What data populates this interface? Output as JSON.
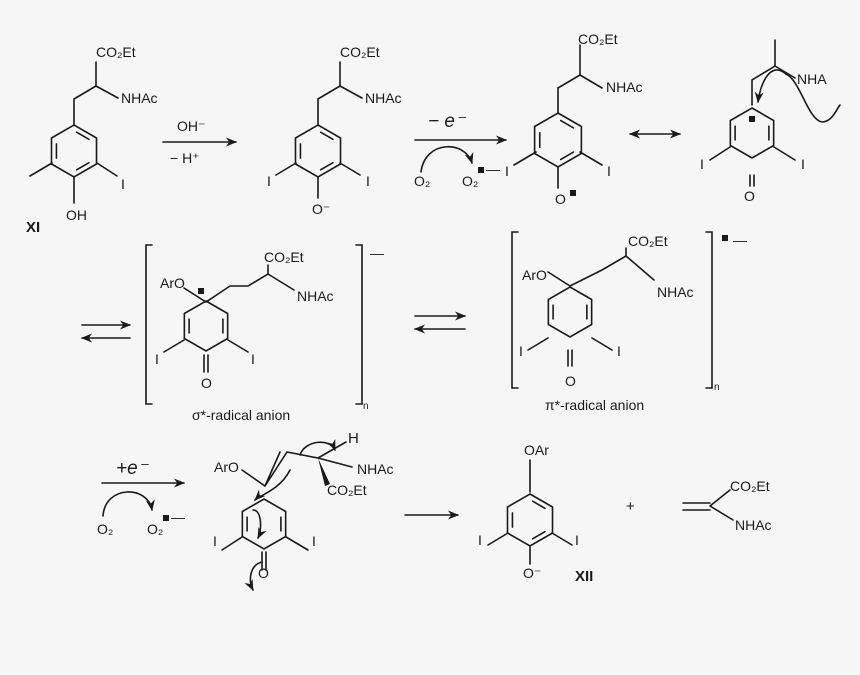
{
  "colors": {
    "background": "#f6f6f6",
    "ink": "#1a1a1a"
  },
  "compounds": {
    "start": {
      "id": "XI",
      "ester": "CO₂Et",
      "amide": "NHAc",
      "iodo": "I",
      "hydroxyl": "OH"
    },
    "phenolate": {
      "ester": "CO₂Et",
      "amide": "NHAc",
      "iodo_left": "I",
      "iodo_right": "I",
      "oxide": "O⁻"
    },
    "phenoxyl_radical": {
      "ester": "CO₂Et",
      "amide": "NHAc",
      "iodo_left": "I",
      "iodo_right": "I",
      "oxygen": "O"
    },
    "dienone_radical": {
      "amide": "NHA",
      "iodo_left": "I",
      "iodo_right": "I",
      "carbonyl": "O"
    },
    "sigma_complex": {
      "aryloxy": "ArO",
      "ester": "CO₂Et",
      "amide": "NHAc",
      "iodo_left": "I",
      "iodo_right": "I",
      "carbonyl": "O",
      "caption": "σ*-radical anion",
      "charge": "—",
      "subscript": "n"
    },
    "pi_complex": {
      "aryloxy": "ArO",
      "ester": "CO₂Et",
      "amide": "NHAc",
      "iodo_left": "I",
      "iodo_right": "I",
      "carbonyl": "O",
      "caption": "π*-radical anion",
      "charge": "—",
      "subscript": "n"
    },
    "fragmentation": {
      "aryloxy": "ArO",
      "hydrogen": "H",
      "ester": "CO₂Et",
      "amide": "NHAc",
      "iodo_left": "I",
      "iodo_right": "I",
      "carbonyl": "O"
    },
    "product": {
      "id": "XII",
      "aryloxy": "OAr",
      "iodo_left": "I",
      "iodo_right": "I",
      "oxide": "O⁻"
    },
    "byproduct": {
      "ester": "CO₂Et",
      "amide": "NHAc"
    }
  },
  "reagents": {
    "step1_above": "OH⁻",
    "step1_below": "− H⁺",
    "step2_above": "− e⁻",
    "step2_o2": "O₂",
    "step2_superoxide": "O₂",
    "step2_superoxide_charge": "—",
    "step3_above": "+e⁻",
    "step3_o2": "O₂",
    "step3_superoxide": "O₂",
    "step3_superoxide_charge": "—",
    "plus": "+"
  }
}
